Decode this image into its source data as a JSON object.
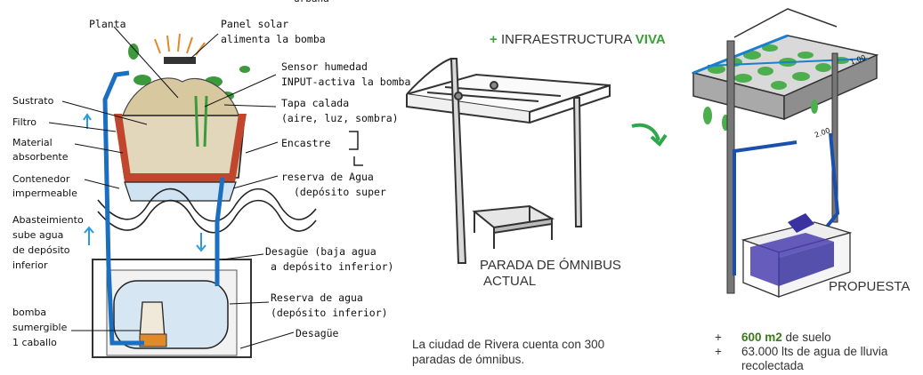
{
  "left_sketch": {
    "partial_top_text": "urbana",
    "labels": {
      "planta": "Planta",
      "panel_solar_1": "Panel solar",
      "panel_solar_2": "alimenta la bomba",
      "sensor_1": "Sensor humedad",
      "sensor_2": "INPUT-activa la bomba",
      "sustrato": "Sustrato",
      "tapa_1": "Tapa calada",
      "tapa_2": "(aire, luz, sombra)",
      "filtro": "Filtro",
      "material_1": "Material",
      "material_2": "absorbente",
      "encastre": "Encastre",
      "contenedor_1": "Contenedor",
      "contenedor_2": "impermeable",
      "reserva_sup_1": "reserva de Agua",
      "reserva_sup_2": "(depósito super",
      "abast_1": "Abasteimiento",
      "abast_2": "sube agua",
      "abast_3": "de depósito",
      "abast_4": "inferior",
      "desague_1": "Desagüe (baja agua",
      "desague_2": "a depósito inferior)",
      "reserva_inf_1": "Reserva de agua",
      "reserva_inf_2": "(depósito inferior)",
      "bomba_1": "bomba",
      "bomba_2": "sumergible",
      "bomba_3": "1 caballo",
      "desague_b": "Desagüe"
    }
  },
  "middle": {
    "title_plus": "+",
    "title_main": "INFRAESTRUCTURA",
    "title_viva": "VIVA",
    "caption_1": "PARADA DE ÓMNIBUS",
    "caption_2": "ACTUAL",
    "description_1": "La ciudad de Rivera cuenta con 300",
    "description_2": "paradas de ómnibus."
  },
  "right": {
    "caption": "PROPUESTA",
    "dim_top": "1.00",
    "dim_side": "2.00",
    "bullets": [
      {
        "mark": "+",
        "highlight": "600 m2",
        "text": " de suelo"
      },
      {
        "mark": "+",
        "highlight": "",
        "text": "63.000 lts de agua de lluvia"
      },
      {
        "mark": "",
        "highlight": "",
        "text": "recolectada"
      }
    ]
  },
  "colors": {
    "accent_green": "#3aa13a",
    "water_blue": "#1a6fc0",
    "tank_purple": "#4a40b0"
  }
}
